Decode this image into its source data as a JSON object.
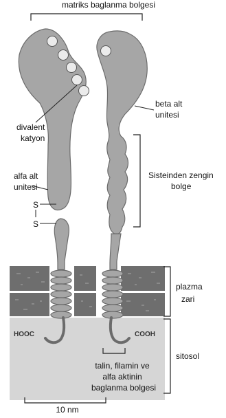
{
  "labels": {
    "top": "matriks baglanma bolgesi",
    "divalent_1": "divalent",
    "divalent_2": "katyon",
    "beta_1": "beta alt",
    "beta_2": "unitesi",
    "alfa_1": "alfa alt",
    "alfa_2": "unitesi",
    "cys_1": "Sisteinden zengin",
    "cys_2": "bolge",
    "s_top": "S",
    "s_bottom": "S",
    "membrane_1": "plazma",
    "membrane_2": "zari",
    "hooc": "HOOC",
    "cooh": "COOH",
    "cytosol": "sitosol",
    "talin_1": "talin, filamin ve",
    "talin_2": "alfa aktinin",
    "talin_3": "baglanma bolgesi",
    "scale": "10 nm"
  },
  "colors": {
    "protein_fill": "#a6a6a6",
    "protein_stroke": "#6b6b6b",
    "membrane": "#6e6e6e",
    "cytosol": "#d6d6d6",
    "ion": "#ebebeb"
  }
}
